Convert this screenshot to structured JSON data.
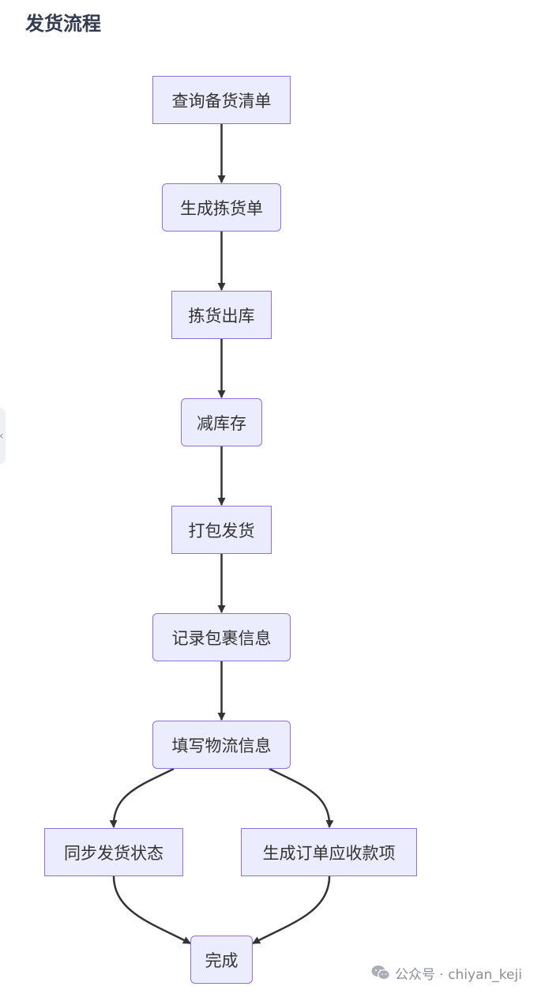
{
  "title": "发货流程",
  "diagram": {
    "nodes": [
      {
        "id": "n1",
        "label": "查询备货清单",
        "shape": "rect"
      },
      {
        "id": "n2",
        "label": "生成拣货单",
        "shape": "round"
      },
      {
        "id": "n3",
        "label": "拣货出库",
        "shape": "rect"
      },
      {
        "id": "n4",
        "label": "减库存",
        "shape": "round"
      },
      {
        "id": "n5",
        "label": "打包发货",
        "shape": "rect"
      },
      {
        "id": "n6",
        "label": "记录包裹信息",
        "shape": "round"
      },
      {
        "id": "n7",
        "label": "填写物流信息",
        "shape": "round"
      },
      {
        "id": "n8",
        "label": "同步发货状态",
        "shape": "rect"
      },
      {
        "id": "n9",
        "label": "生成订单应收款项",
        "shape": "rect"
      },
      {
        "id": "n10",
        "label": "完成",
        "shape": "round"
      }
    ],
    "edges": [
      {
        "from": "n1",
        "to": "n2"
      },
      {
        "from": "n2",
        "to": "n3"
      },
      {
        "from": "n3",
        "to": "n4"
      },
      {
        "from": "n4",
        "to": "n5"
      },
      {
        "from": "n5",
        "to": "n6"
      },
      {
        "from": "n6",
        "to": "n7"
      },
      {
        "from": "n7",
        "to": "n8"
      },
      {
        "from": "n7",
        "to": "n9"
      },
      {
        "from": "n8",
        "to": "n10"
      },
      {
        "from": "n9",
        "to": "n10"
      }
    ],
    "colors": {
      "node_fill": "#ececff",
      "node_border": "#9370db",
      "edge": "#333333",
      "text": "#333333"
    }
  },
  "side_tab": {
    "icon": "chevron-left-icon",
    "glyph": "‹"
  },
  "watermark": {
    "icon": "wechat-icon",
    "text": "公众号 · chiyan_keji"
  }
}
